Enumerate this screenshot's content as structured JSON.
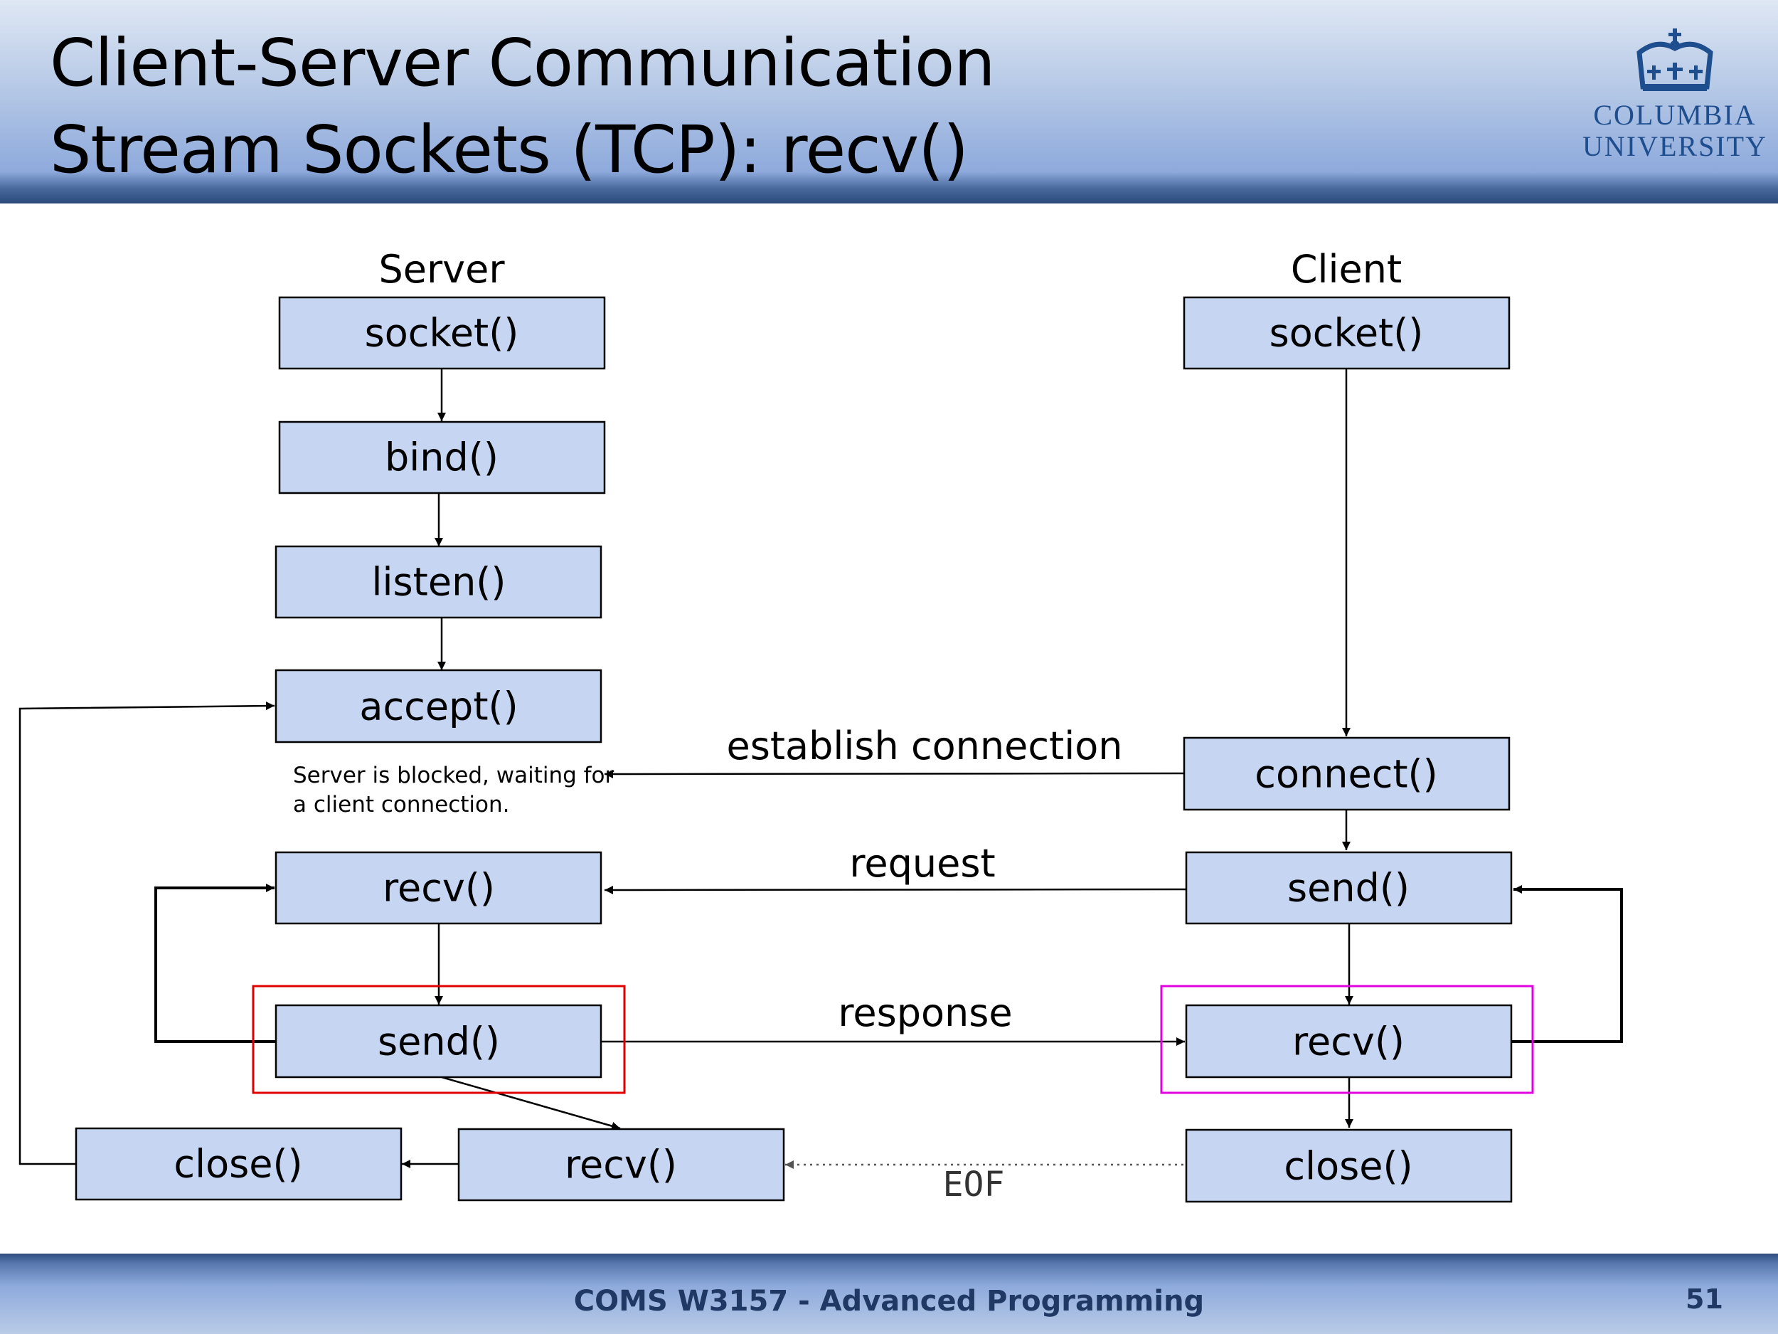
{
  "slide": {
    "title_line1": "Client-Server Communication",
    "title_line2": "Stream Sockets (TCP): recv()",
    "logo_line1": "COLUMBIA",
    "logo_line2": "UNIVERSITY",
    "footer": "COMS W3157 - Advanced Programming",
    "page_number": "51"
  },
  "diagram": {
    "server_label": "Server",
    "client_label": "Client",
    "server": {
      "socket": "socket()",
      "bind": "bind()",
      "listen": "listen()",
      "accept": "accept()",
      "recv": "recv()",
      "send": "send()",
      "recv_final": "recv()",
      "close": "close()"
    },
    "client": {
      "socket": "socket()",
      "connect": "connect()",
      "send": "send()",
      "recv": "recv()",
      "close": "close()"
    },
    "note_line1": "Server is blocked, waiting for",
    "note_line2": "a client connection.",
    "edges": {
      "establish": "establish connection",
      "request": "request",
      "response": "response",
      "eof": "EOF"
    },
    "highlight_colors": {
      "server_send": "#e00000",
      "client_recv": "#e000e0"
    },
    "box_fill": "#c6d6f2"
  }
}
